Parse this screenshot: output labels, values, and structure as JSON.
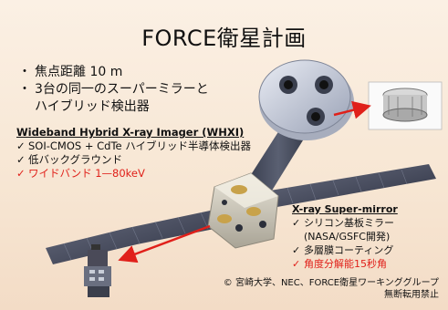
{
  "slide": {
    "title": "FORCE衛星計画",
    "bullets": [
      {
        "mark": "・",
        "lines": [
          "焦点距離 10 m"
        ]
      },
      {
        "mark": "・",
        "lines": [
          "3台の同一のスーパーミラーと",
          "ハイブリッド検出器"
        ]
      }
    ],
    "whxi": {
      "heading": "Wideband Hybrid X-ray Imager (WHXI)",
      "items": [
        {
          "mark": "✓",
          "text": "SOI-CMOS + CdTe ハイブリッド半導体検出器",
          "color": "#111111"
        },
        {
          "mark": "✓",
          "text": "低バックグラウンド",
          "color": "#111111"
        },
        {
          "mark": "✓",
          "text": "ワイドバンド 1—80keV",
          "color": "#e0201a"
        }
      ]
    },
    "mirror": {
      "heading": "X-ray Super-mirror",
      "items": [
        {
          "mark": "✓",
          "text": "シリコン基板ミラー",
          "color": "#111111"
        },
        {
          "mark": "",
          "text": "(NASA/GSFC開発)",
          "color": "#111111"
        },
        {
          "mark": "✓",
          "text": "多層膜コーティング",
          "color": "#111111"
        },
        {
          "mark": "✓",
          "text": "角度分解能15秒角",
          "color": "#e0201a"
        }
      ]
    },
    "credit": {
      "line1": "© 宮崎大学、NEC、FORCE衛星ワーキンググループ",
      "line2": "無断転用禁止"
    },
    "colors": {
      "accent_red": "#e0201a",
      "background": "#f6e3cf"
    }
  }
}
